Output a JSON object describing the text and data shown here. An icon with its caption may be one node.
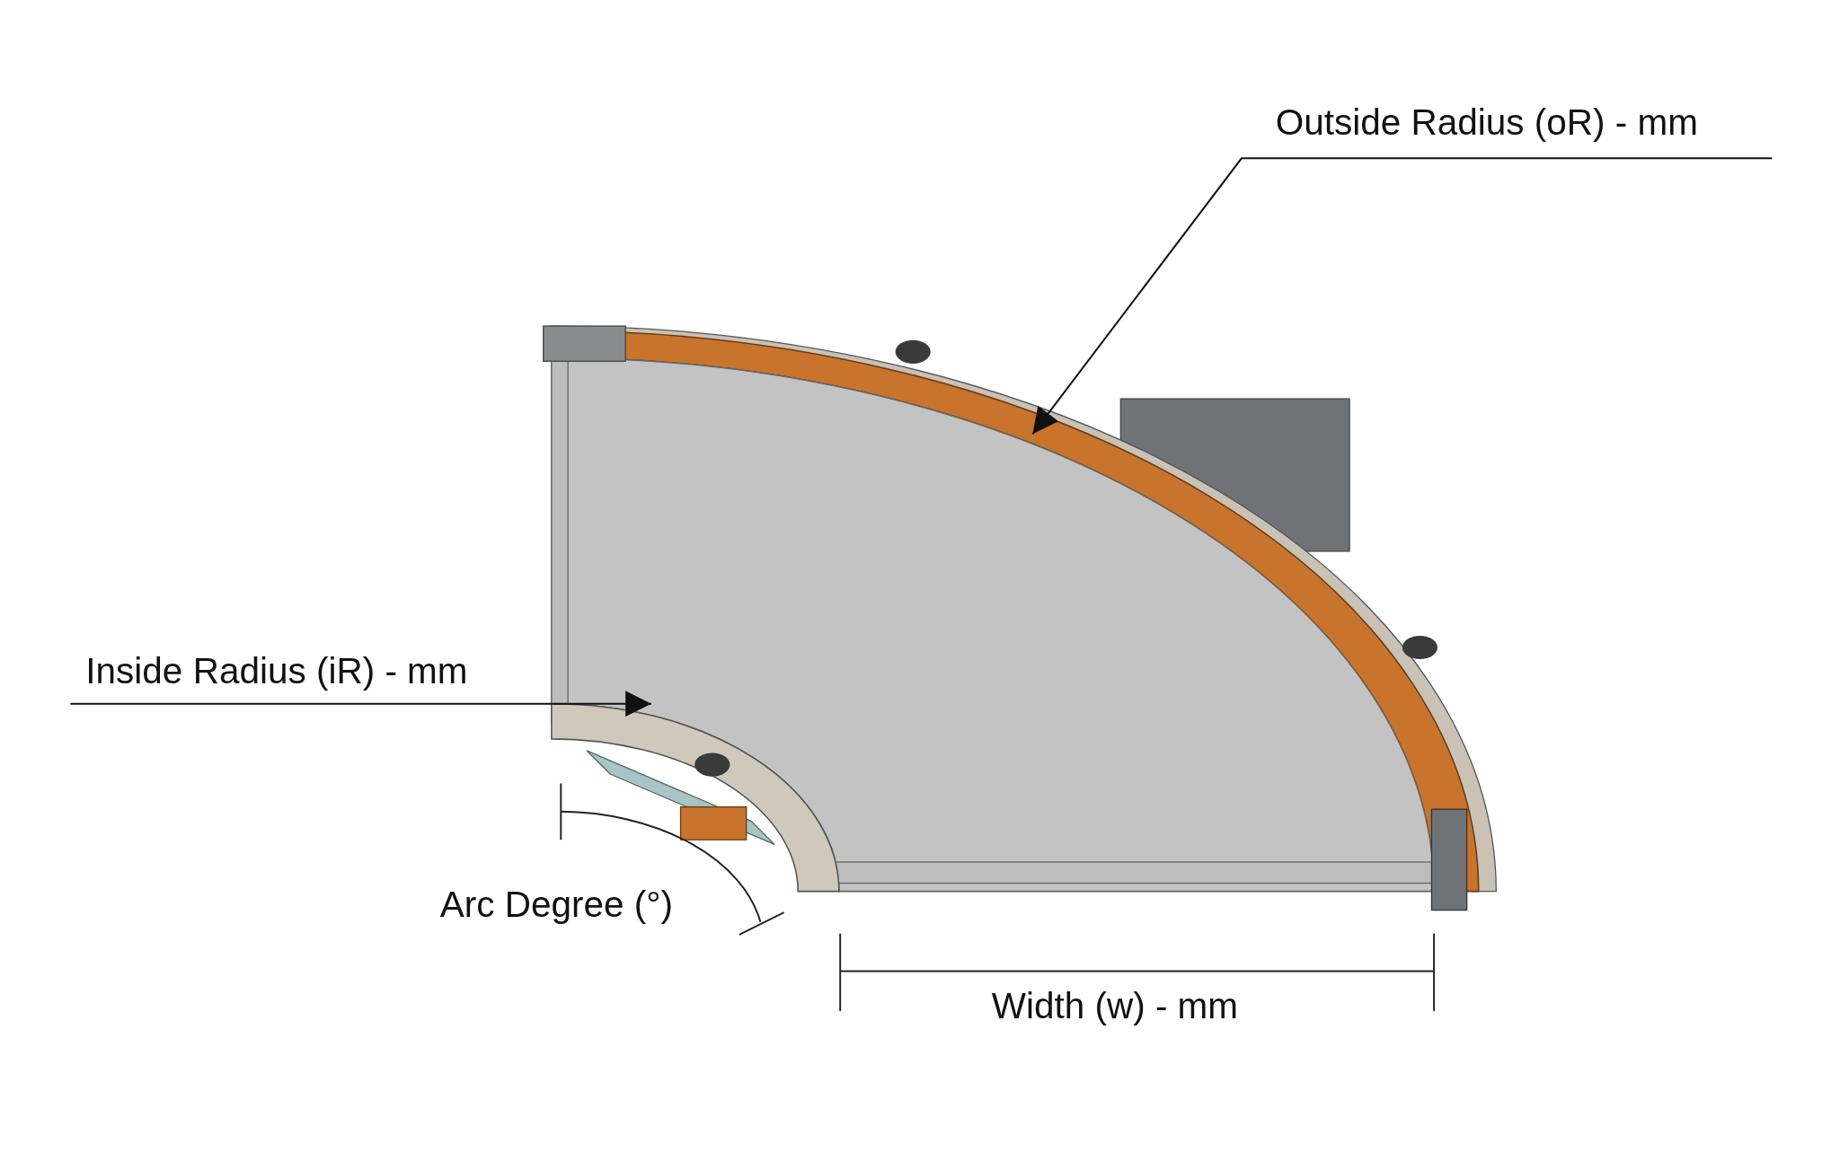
{
  "diagram": {
    "nodes": [
      {
        "text": [
          "Outside Radius (oR) - mm"
        ]
      },
      {
        "text": [
          "Inside Radius (iR) - mm"
        ]
      }
    ],
    "edges": [
      {
        "from": 0,
        "to": null,
        "arrow": "to"
      },
      {
        "from": 1,
        "to": null,
        "arrow": "to"
      }
    ],
    "labels": [
      "Arc Degree (°)",
      "Width (w) - mm"
    ]
  }
}
